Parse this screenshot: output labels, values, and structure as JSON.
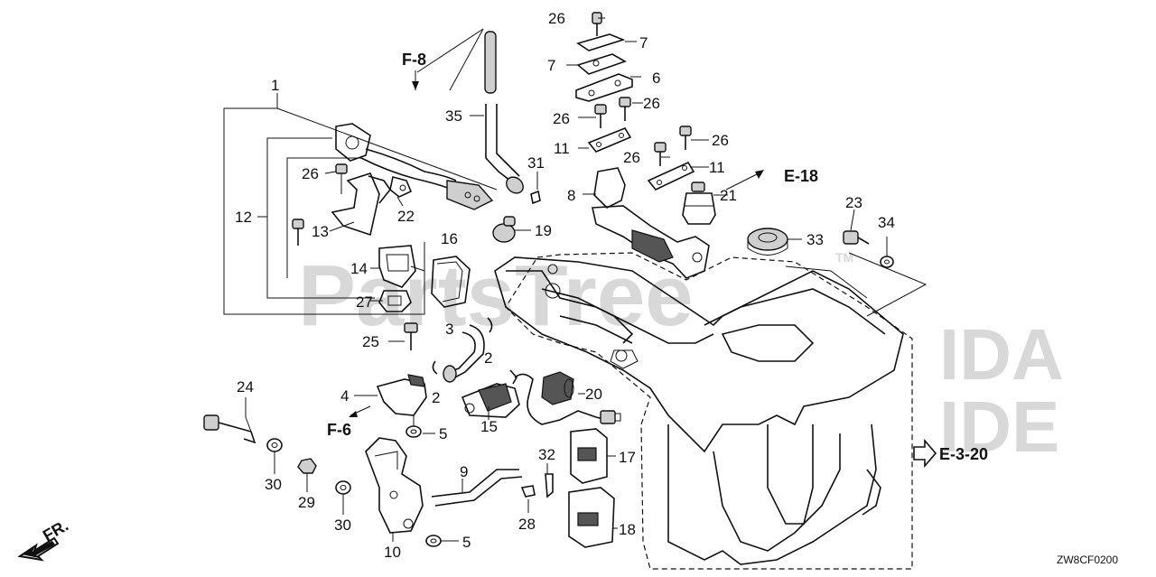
{
  "diagram": {
    "code": "ZW8CF0200",
    "watermark_main": "PartsTree",
    "watermark_tm": "TM",
    "watermark_side_1": "IDA",
    "watermark_side_2": "IDE",
    "references": {
      "f8": "F-8",
      "f6": "F-6",
      "e18": "E-18",
      "e320": "E-3-20",
      "fr": "FR."
    },
    "callouts": [
      "1",
      "2",
      "2",
      "3",
      "4",
      "5",
      "5",
      "6",
      "7",
      "7",
      "8",
      "9",
      "10",
      "11",
      "11",
      "12",
      "13",
      "14",
      "15",
      "16",
      "17",
      "18",
      "19",
      "20",
      "21",
      "22",
      "23",
      "24",
      "25",
      "26",
      "26",
      "26",
      "26",
      "26",
      "26",
      "27",
      "28",
      "29",
      "30",
      "30",
      "31",
      "32",
      "33",
      "34",
      "35"
    ]
  }
}
